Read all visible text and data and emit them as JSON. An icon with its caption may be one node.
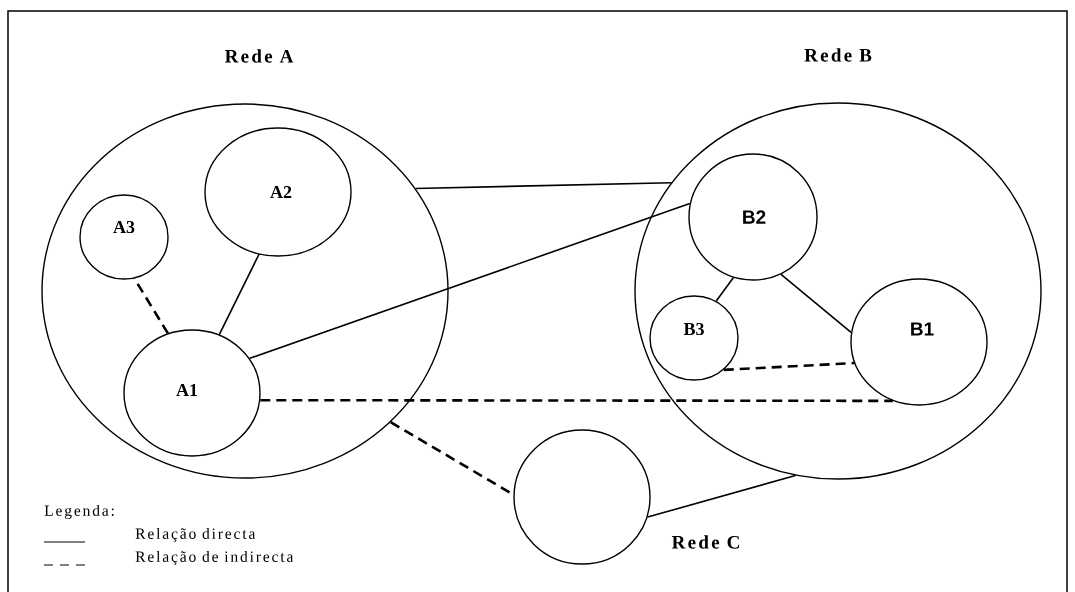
{
  "diagram": {
    "nodes": [
      {
        "text": [],
        "shape": "circle",
        "beside": [
          "Rede A"
        ]
      },
      {
        "text": [
          "A2"
        ],
        "in": 0
      },
      {
        "text": [
          "A3"
        ],
        "in": 0
      },
      {
        "text": [
          "A1"
        ],
        "in": 0
      },
      {
        "text": [],
        "shape": "circle",
        "beside": [
          "Rede B"
        ]
      },
      {
        "text": [
          "B2"
        ],
        "in": 4
      },
      {
        "text": [
          "B3"
        ],
        "in": 4
      },
      {
        "text": [
          "B1"
        ],
        "in": 4
      },
      {
        "text": [
          "Rede C"
        ]
      }
    ],
    "edges": [
      {
        "from": 0,
        "to": 4,
        "arrow": "none"
      },
      {
        "from": 3,
        "to": 1,
        "arrow": "none"
      },
      {
        "from": 3,
        "to": 2,
        "arrow": "none",
        "style": "dashed"
      },
      {
        "from": 3,
        "to": 5,
        "arrow": "none"
      },
      {
        "from": 5,
        "to": 6,
        "arrow": "none"
      },
      {
        "from": 5,
        "to": 7,
        "arrow": "none"
      },
      {
        "from": 6,
        "to": 7,
        "arrow": "none",
        "style": "dashed"
      },
      {
        "from": 3,
        "to": 7,
        "arrow": "none",
        "style": "dashed"
      },
      {
        "from": 0,
        "to": 8,
        "arrow": "none",
        "style": "dashed"
      },
      {
        "from": 8,
        "to": 4,
        "arrow": "none"
      }
    ],
    "labels": [
      "Legenda:"
    ],
    "legend": [
      {
        "text": "Relação directa"
      },
      {
        "text": "Relação de indirecta"
      }
    ]
  }
}
